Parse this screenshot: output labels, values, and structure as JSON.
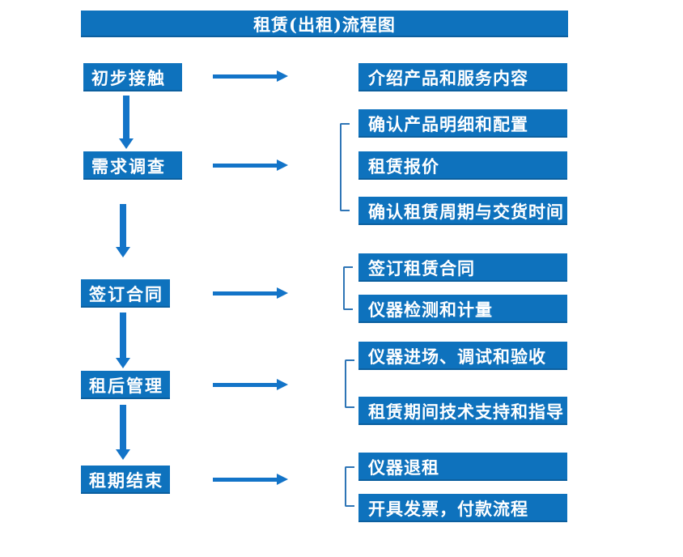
{
  "title": "租赁(出租)流程图",
  "colors": {
    "box_blue": "#0e72bd",
    "arrow_blue": "#1374c8",
    "bracket_blue": "#2e75b6",
    "text": "#ffffff",
    "background": "#ffffff"
  },
  "stages": [
    {
      "label": "初步接触",
      "details": [
        "介绍产品和服务内容"
      ]
    },
    {
      "label": "需求调查",
      "details": [
        "确认产品明细和配置",
        "租赁报价",
        "确认租赁周期与交货时间"
      ]
    },
    {
      "label": "签订合同",
      "details": [
        "签订租赁合同",
        "仪器检测和计量"
      ]
    },
    {
      "label": "租后管理",
      "details": [
        "仪器进场、调试和验收",
        "租赁期间技术支持和指导"
      ]
    },
    {
      "label": "租期结束",
      "details": [
        "仪器退租",
        "开具发票，付款流程"
      ]
    }
  ]
}
